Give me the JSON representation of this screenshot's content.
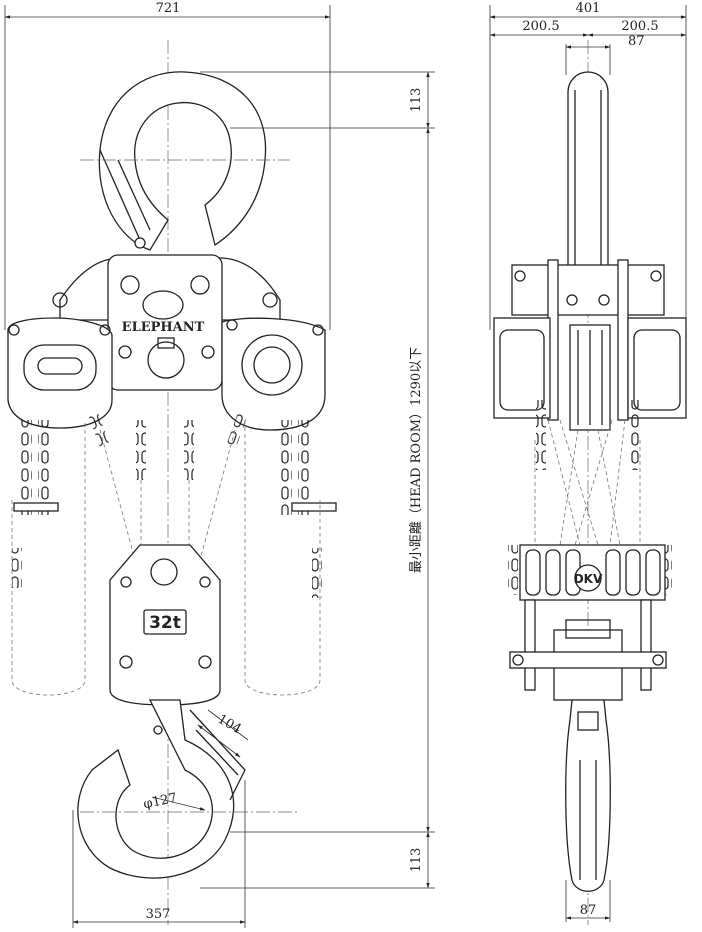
{
  "dimensions": {
    "overall_width_front": "721",
    "hook_width_front": "357",
    "top_hook_height": "113",
    "bottom_hook_height": "113",
    "head_room": "最小距離（HEAD ROOM）1290以下",
    "hook_opening": "104",
    "hook_throat_dia": "φ127",
    "overall_width_side": "401",
    "left_half_side": "200.5",
    "right_half_side": "200.5",
    "top_hook_thickness": "87",
    "bottom_hook_thickness": "87"
  },
  "labels": {
    "brand_name": "ELEPHANT",
    "capacity_plate": "32t",
    "maker_badge": "DKV"
  }
}
